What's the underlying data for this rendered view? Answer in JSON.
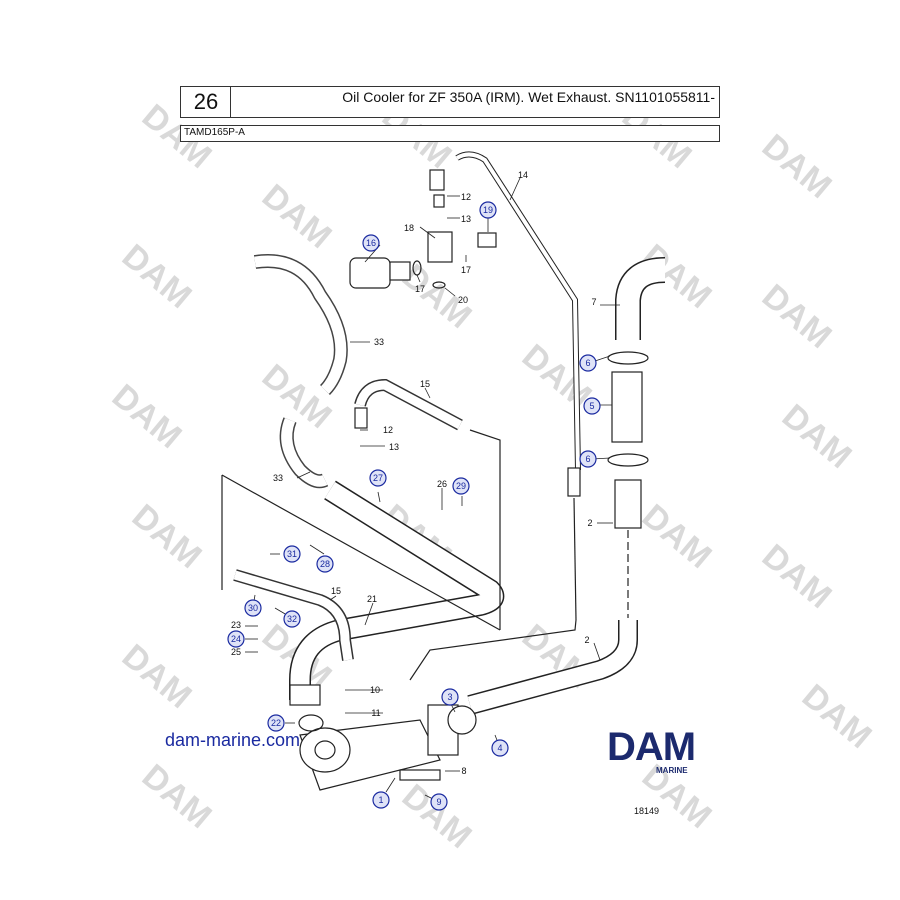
{
  "header": {
    "page_number": "26",
    "title": "Oil Cooler for ZF 350A (IRM). Wet Exhaust. SN1101055811-",
    "model": "TAMD165P-A"
  },
  "footer": {
    "website": "dam-marine.com",
    "brand": "DAM",
    "brand_sub": "MARINE",
    "drawing_number": "18149"
  },
  "watermark": "DAM",
  "colors": {
    "circle_callout": "#1a2aa0",
    "circle_fill": "#dfe3f7",
    "brand": "#1c2a6e",
    "watermark": "#d9d9d9"
  },
  "callouts": [
    {
      "num": "12",
      "circled": false
    },
    {
      "num": "13",
      "circled": false
    },
    {
      "num": "18",
      "circled": false
    },
    {
      "num": "19",
      "circled": true
    },
    {
      "num": "16",
      "circled": true
    },
    {
      "num": "17",
      "circled": false
    },
    {
      "num": "17",
      "circled": false
    },
    {
      "num": "20",
      "circled": false
    },
    {
      "num": "14",
      "circled": false
    },
    {
      "num": "7",
      "circled": false
    },
    {
      "num": "33",
      "circled": false
    },
    {
      "num": "15",
      "circled": false
    },
    {
      "num": "12",
      "circled": false
    },
    {
      "num": "13",
      "circled": false
    },
    {
      "num": "6",
      "circled": true
    },
    {
      "num": "5",
      "circled": true
    },
    {
      "num": "6",
      "circled": true
    },
    {
      "num": "33",
      "circled": false
    },
    {
      "num": "27",
      "circled": true
    },
    {
      "num": "26",
      "circled": false
    },
    {
      "num": "29",
      "circled": true
    },
    {
      "num": "2",
      "circled": false
    },
    {
      "num": "31",
      "circled": true
    },
    {
      "num": "28",
      "circled": true
    },
    {
      "num": "15",
      "circled": false
    },
    {
      "num": "21",
      "circled": false
    },
    {
      "num": "30",
      "circled": true
    },
    {
      "num": "32",
      "circled": true
    },
    {
      "num": "23",
      "circled": false
    },
    {
      "num": "24",
      "circled": true
    },
    {
      "num": "25",
      "circled": false
    },
    {
      "num": "2",
      "circled": false
    },
    {
      "num": "10",
      "circled": false
    },
    {
      "num": "3",
      "circled": true
    },
    {
      "num": "11",
      "circled": false
    },
    {
      "num": "22",
      "circled": true
    },
    {
      "num": "4",
      "circled": true
    },
    {
      "num": "8",
      "circled": false
    },
    {
      "num": "1",
      "circled": true
    },
    {
      "num": "9",
      "circled": true
    }
  ]
}
